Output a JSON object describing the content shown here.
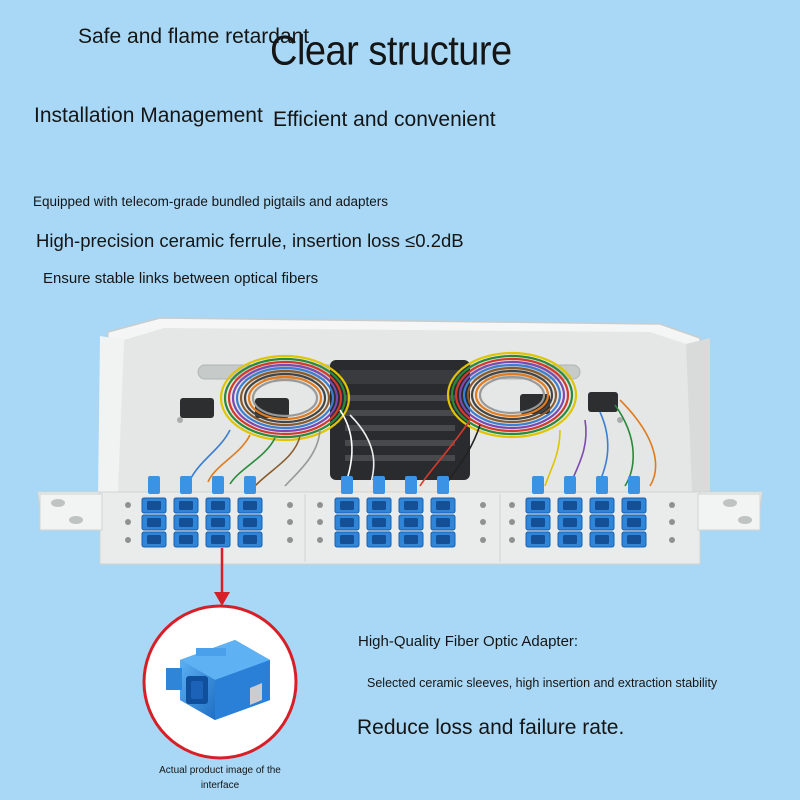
{
  "features": {
    "safe_flame": "Safe and flame retardant",
    "clear_structure": "Clear structure",
    "installation": "Installation Management",
    "efficient": "Efficient and convenient"
  },
  "description": {
    "line1": "Equipped with telecom-grade bundled pigtails and adapters",
    "line2": "High-precision ceramic ferrule, insertion loss ≤0.2dB",
    "line3": "Ensure stable links between optical fibers"
  },
  "adapter": {
    "heading": "High-Quality Fiber Optic Adapter:",
    "detail": "Selected ceramic sleeves, high insertion and extraction stability",
    "benefit": "Reduce loss and failure rate.",
    "caption": "Actual product image of the interface"
  },
  "colors": {
    "background": "#a9d8f6",
    "adapter_blue": "#2f86d8",
    "callout_red": "#d61f26",
    "panel_white": "#eef0ef"
  }
}
